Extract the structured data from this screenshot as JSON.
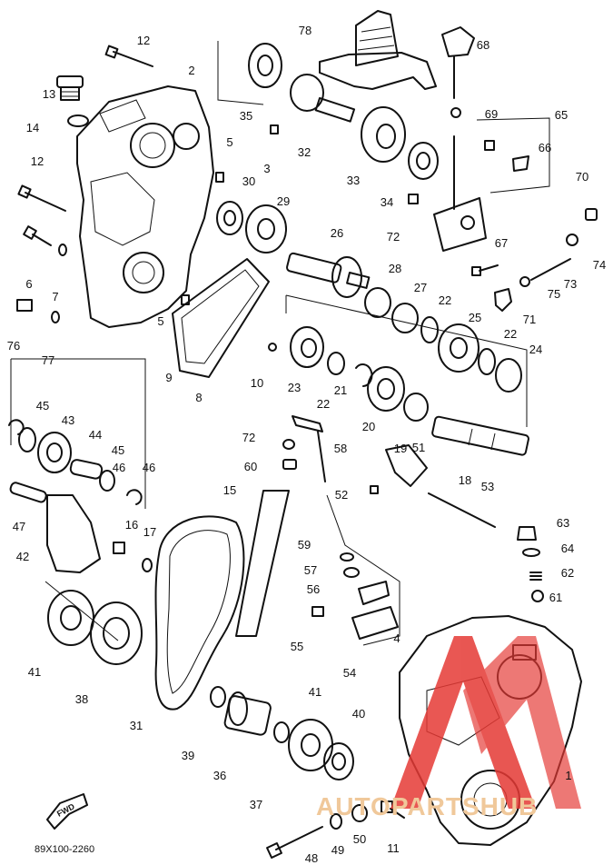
{
  "diagram": {
    "parts": [
      "1",
      "2",
      "3",
      "4",
      "5",
      "5",
      "6",
      "7",
      "8",
      "9",
      "10",
      "11",
      "12",
      "12",
      "13",
      "14",
      "15",
      "16",
      "17",
      "18",
      "19",
      "20",
      "21",
      "22",
      "22",
      "22",
      "23",
      "24",
      "25",
      "26",
      "27",
      "28",
      "29",
      "30",
      "31",
      "32",
      "33",
      "34",
      "35",
      "36",
      "37",
      "38",
      "39",
      "40",
      "41",
      "41",
      "42",
      "43",
      "44",
      "45",
      "45",
      "46",
      "46",
      "47",
      "48",
      "49",
      "50",
      "51",
      "52",
      "53",
      "54",
      "55",
      "56",
      "57",
      "58",
      "59",
      "60",
      "61",
      "62",
      "63",
      "64",
      "65",
      "66",
      "67",
      "68",
      "69",
      "70",
      "71",
      "72",
      "72",
      "73",
      "74",
      "75",
      "76",
      "77",
      "78"
    ],
    "code": "89X100-2260",
    "fwd_label": "FWD"
  },
  "watermark": {
    "text": "AUTOPARTSHUB",
    "color_red": "#e53935",
    "color_orange": "#f0c89a"
  }
}
